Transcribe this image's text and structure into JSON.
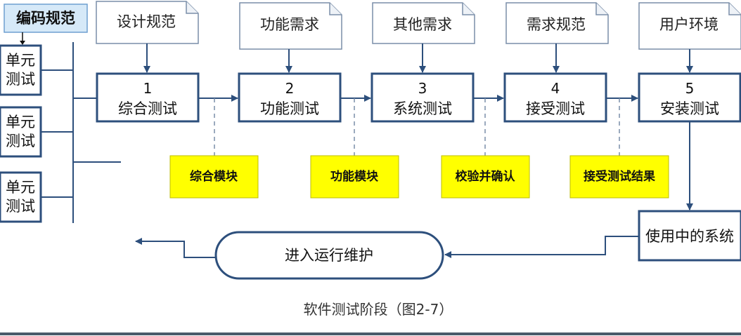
{
  "header_label": "编码规范",
  "unit_tests": [
    {
      "line1": "单元",
      "line2": "测试"
    },
    {
      "line1": "单元",
      "line2": "测试"
    },
    {
      "line1": "单元",
      "line2": "测试"
    }
  ],
  "input_docs": [
    "设计规范",
    "功能需求",
    "其他需求",
    "需求规范",
    "用户环境"
  ],
  "stages": [
    {
      "number": "1",
      "name": "综合测试"
    },
    {
      "number": "2",
      "name": "功能测试"
    },
    {
      "number": "3",
      "name": "系统测试"
    },
    {
      "number": "4",
      "name": "接受测试"
    },
    {
      "number": "5",
      "name": "安装测试"
    }
  ],
  "outputs": [
    "综合模块",
    "功能模块",
    "校验并确认",
    "接受测试结果"
  ],
  "system_in_use": "使用中的系统",
  "maintenance": "进入运行维护",
  "caption": "软件测试阶段（图2-7）",
  "colors": {
    "box_border": "#2d4f7c",
    "arrow": "#2d4f7c",
    "output_fill": "#ffff00",
    "legend_fill": "#d6e9f8",
    "doc_fill": "#ffffff",
    "doc_border": "#7a8ea8",
    "bottom_rule": "#4a5a6a"
  }
}
